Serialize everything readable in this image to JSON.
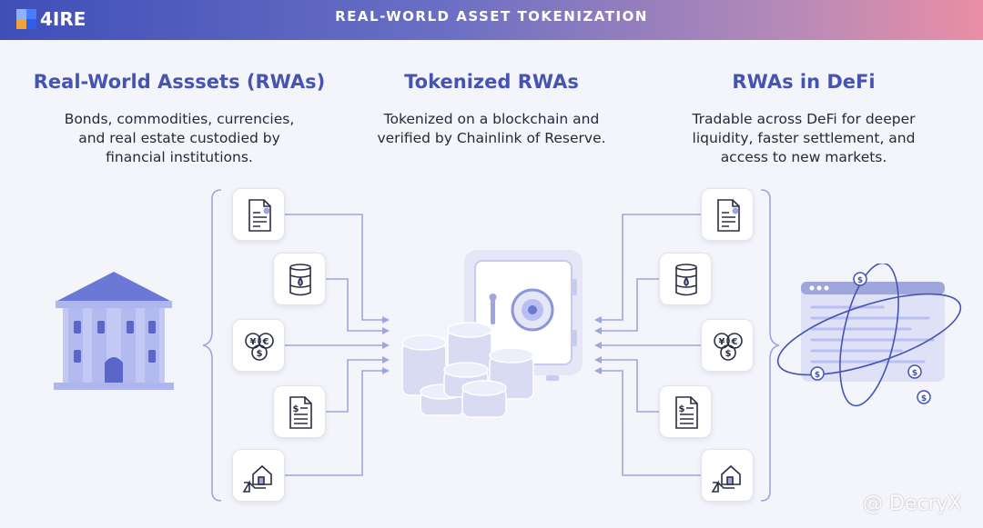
{
  "header": {
    "logo_text": "4IRE",
    "title": "REAL-WORLD ASSET TOKENIZATION"
  },
  "columns": [
    {
      "title": "Real-World Asssets (RWAs)",
      "description_lines": [
        "Bonds, commodities, currencies,",
        "and real estate custodied by",
        "financial institutions."
      ]
    },
    {
      "title": "Tokenized RWAs",
      "description_lines": [
        "Tokenized on a blockchain and",
        "verified by Chainlink of Reserve."
      ]
    },
    {
      "title": "RWAs in DeFi",
      "description_lines": [
        "Tradable across DeFi for deeper",
        "liquidity, faster settlement, and",
        "access to new markets."
      ]
    }
  ],
  "asset_icons": [
    "bond-document-icon",
    "oil-barrel-icon",
    "currency-coins-icon",
    "invoice-document-icon",
    "real-estate-hand-icon"
  ],
  "coin_symbol": "$",
  "currency_symbols": [
    "¥",
    "€",
    "$"
  ],
  "watermark": "@ DecryX",
  "colors": {
    "accent": "#4553b3",
    "icon_stroke": "#2b2d42",
    "connector": "#9ea6dd",
    "bank": "#b9bff0",
    "bank_roof": "#6b78d6",
    "coin": "#d8dbf2"
  }
}
